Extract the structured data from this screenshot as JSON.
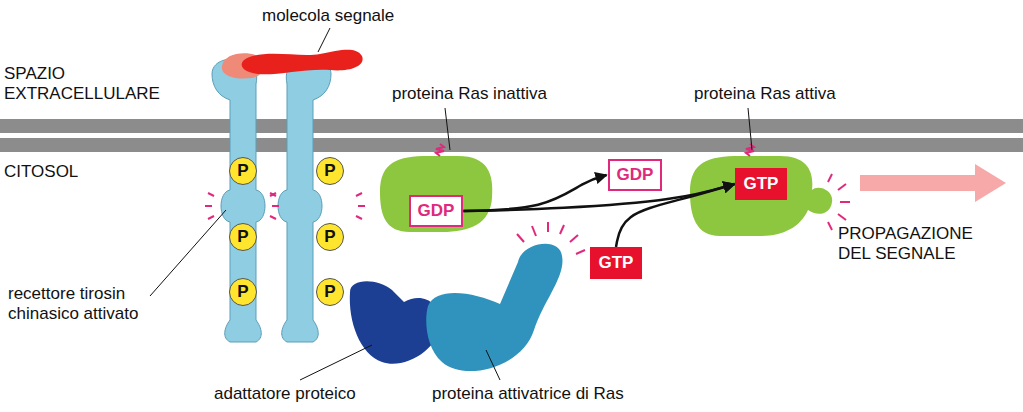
{
  "diagram": {
    "nodes": [
      {
        "text": [
          "P"
        ]
      },
      {
        "text": [
          "P"
        ]
      },
      {
        "text": [
          "P"
        ]
      },
      {
        "text": [
          "P"
        ]
      },
      {
        "text": [
          "P"
        ]
      },
      {
        "text": [
          "P"
        ]
      },
      {
        "text": [
          "GDP"
        ]
      },
      {
        "text": [
          "GDP"
        ]
      },
      {
        "text": [
          "GTP"
        ]
      },
      {
        "text": [
          "GTP"
        ]
      }
    ],
    "edges": [
      {
        "from": 6,
        "to": 9,
        "arrow": "to"
      },
      {
        "from": 6,
        "to": 7,
        "arrow": "to"
      },
      {
        "from": 8,
        "to": 9,
        "arrow": "to"
      }
    ],
    "labels": [
      "molecola segnale",
      "SPAZIO EXTRACELLULARE",
      "CITOSOL",
      "proteina Ras inattiva",
      "proteina Ras attiva",
      "PROPAGAZIONE DEL SEGNALE",
      "recettore tirosin chinasico attivato",
      "adattatore proteico",
      "proteina attivatrice di Ras"
    ]
  }
}
